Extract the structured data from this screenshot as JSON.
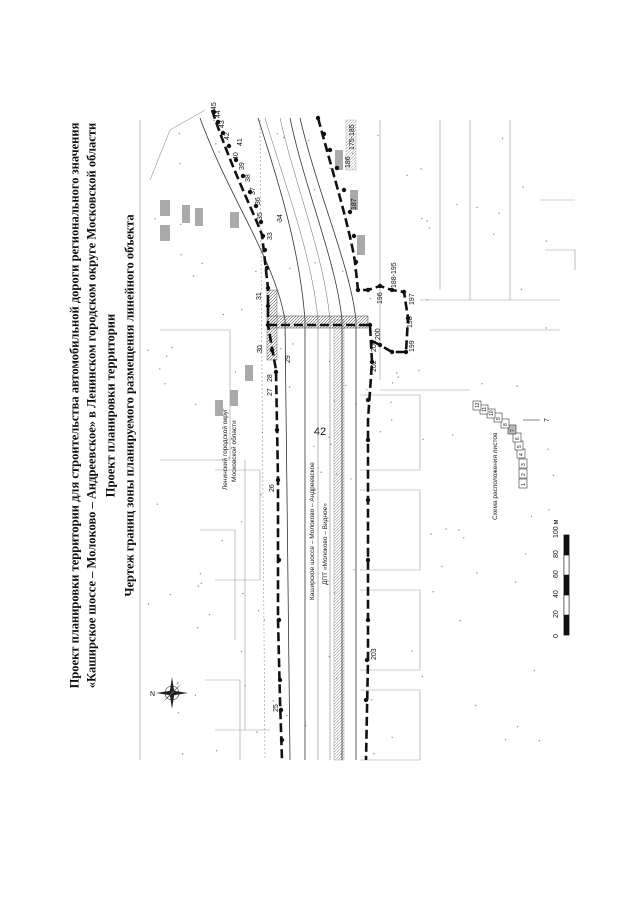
{
  "page_number": "42",
  "title": {
    "line1": "Проект планировки территории для строительства автомобильной дороги регионального значения",
    "line2": "«Каширское шоссе – Молоково – Андреевское» в Ленинском городском округе Московской области",
    "line3": "Проект планировки территории",
    "line4": "Чертеж границ зоны планируемого размещения линейного объекта"
  },
  "map": {
    "district_label_1": "Ленинский городской округ",
    "district_label_2": "Московской области",
    "road_label_1": "Каширское шоссе – Молоково – Андреевское",
    "road_label_2": "ДПТ «Молоково – Видное»",
    "point_labels_upper": [
      "25",
      "26",
      "27",
      "28",
      "29",
      "30",
      "31",
      "33",
      "34",
      "35",
      "36",
      "37",
      "38",
      "39",
      "40",
      "41",
      "42",
      "43",
      "44",
      "45"
    ],
    "point_labels_lower": [
      "203",
      "202",
      "201",
      "200",
      "199",
      "198",
      "197",
      "196",
      "188-195",
      "187",
      "186",
      "175-185"
    ],
    "scale_labels": [
      "0",
      "20",
      "40",
      "60",
      "80",
      "100 м"
    ],
    "scheme_title": "Схема расположения листов",
    "scheme_sheets": [
      "1",
      "2",
      "3",
      "4",
      "5",
      "6",
      "7",
      "8",
      "9",
      "10",
      "11",
      "12"
    ],
    "scheme_current": "7"
  },
  "colors": {
    "line": "#111111",
    "faint": "#8a8a8a",
    "hatch": "#555555"
  }
}
